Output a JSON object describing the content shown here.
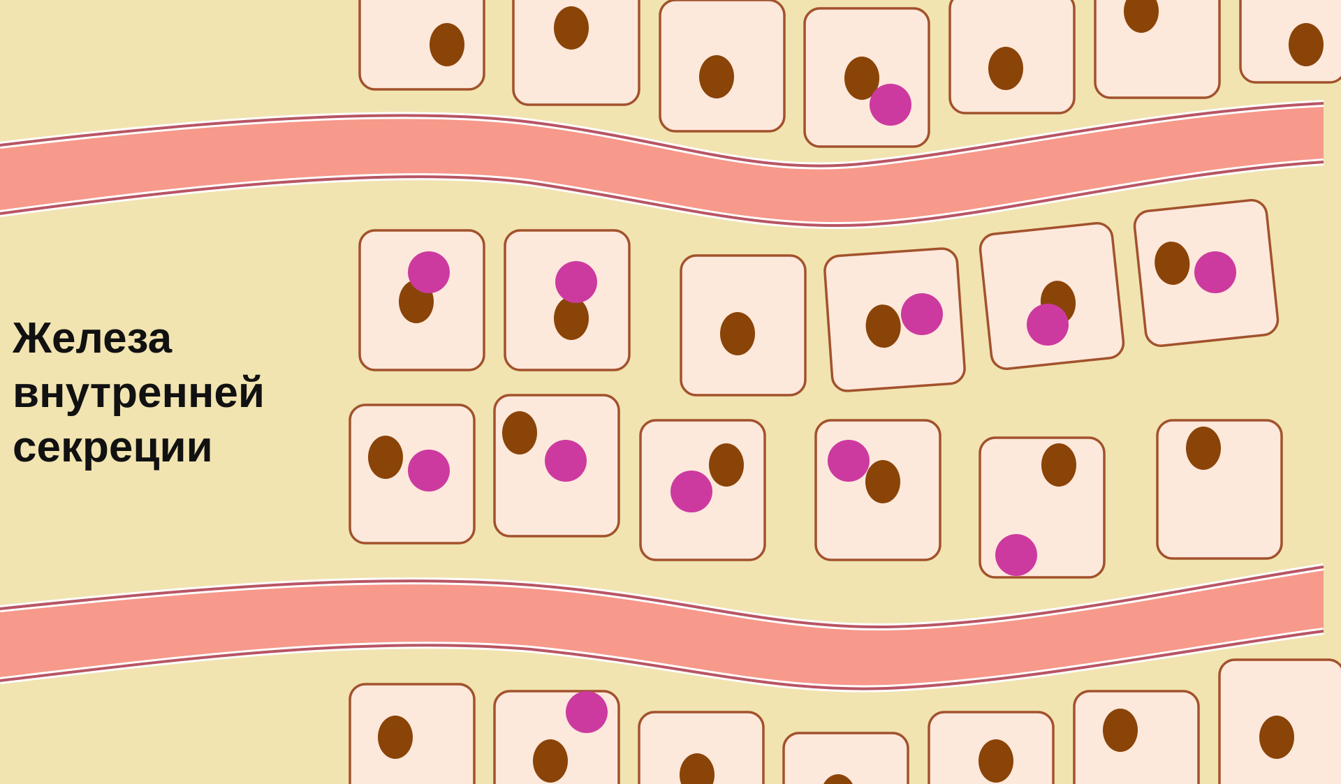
{
  "label": {
    "lines": [
      "Железа",
      "внутренней",
      "секреции"
    ]
  },
  "colors": {
    "background": "#f1e4b1",
    "cell_fill": "#fde8dc",
    "cell_border": "#a2522c",
    "nucleus": "#8a4408",
    "hormone": "#cc3a9f",
    "vessel_fill": "#f7998b",
    "vessel_wall_outer": "#b85564",
    "vessel_wall_inner": "#ffffff"
  },
  "icons": {
    "cell": "cell-icon",
    "nucleus": "nucleus-icon",
    "hormone": "hormone-granule-icon",
    "vessel": "blood-vessel-icon"
  }
}
